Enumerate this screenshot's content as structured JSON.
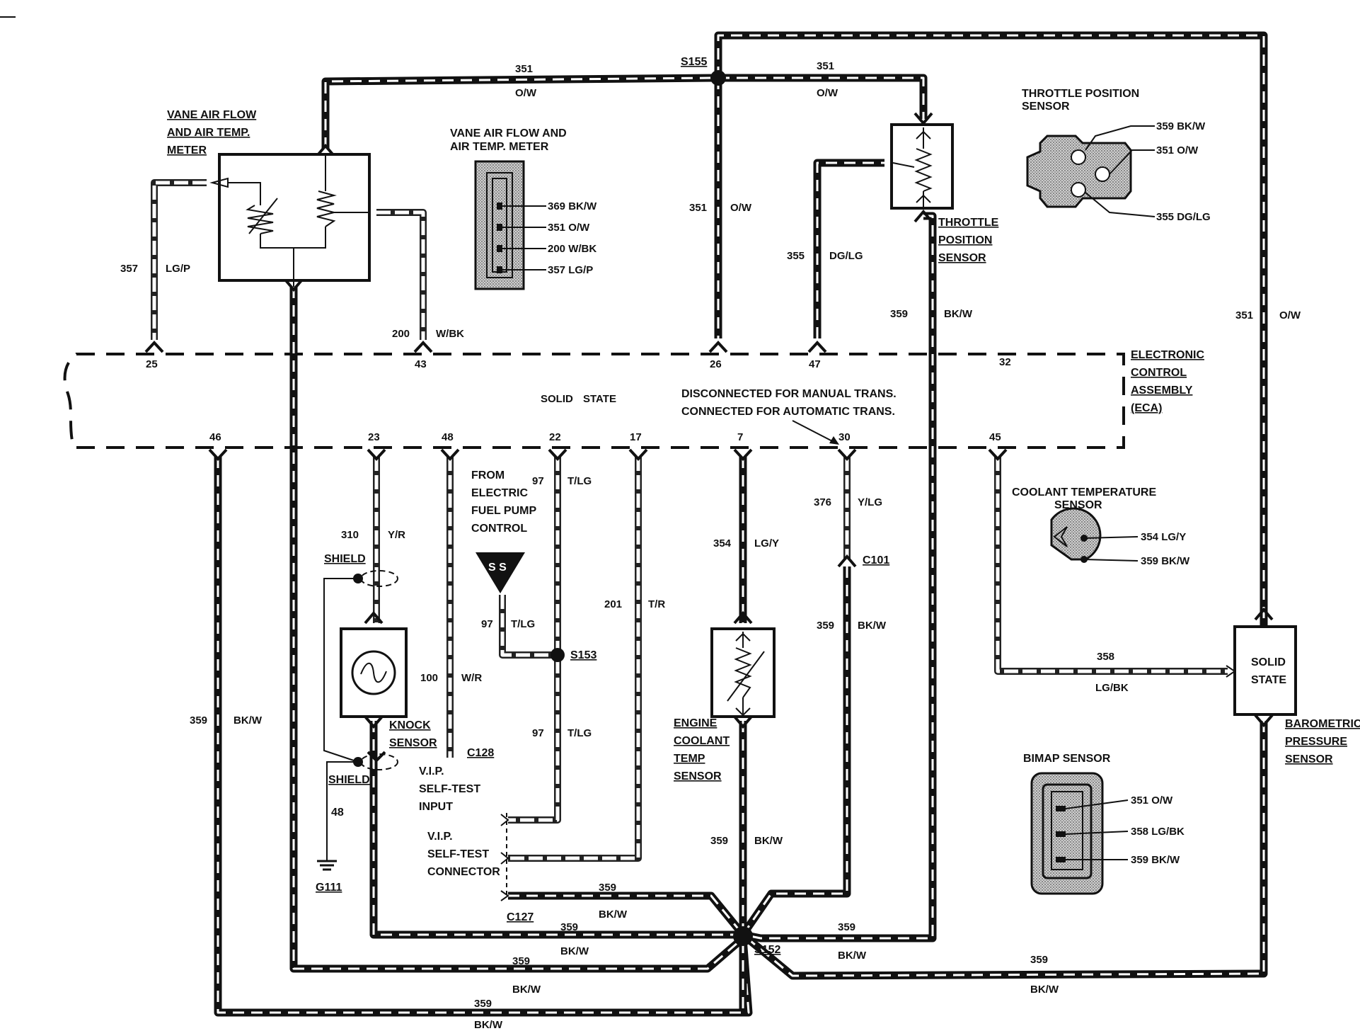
{
  "components": {
    "vane_meter": {
      "title_lines": [
        "VANE AIR FLOW",
        "AND AIR TEMP.",
        "METER"
      ]
    },
    "vane_connector": {
      "title_lines": [
        "VANE AIR FLOW AND",
        "AIR TEMP. METER"
      ],
      "pins": [
        "369 BK/W",
        "351 O/W",
        "200 W/BK",
        "357 LG/P"
      ]
    },
    "throttle_sensor": {
      "title_lines": [
        "THROTTLE",
        "POSITION",
        "SENSOR"
      ]
    },
    "throttle_connector": {
      "title_lines": [
        "THROTTLE POSITION",
        "SENSOR"
      ],
      "pins": [
        "359 BK/W",
        "351 O/W",
        "355 DG/LG"
      ]
    },
    "eca": {
      "title_lines": [
        "ELECTRONIC",
        "CONTROL",
        "ASSEMBLY",
        "(ECA)"
      ],
      "inside": "SOLID STATE"
    },
    "trans_note": [
      "DISCONNECTED FOR MANUAL TRANS.",
      "CONNECTED FOR AUTOMATIC TRANS."
    ],
    "coolant_connector": {
      "title_lines": [
        "COOLANT TEMPERATURE",
        "SENSOR"
      ],
      "pins": [
        "354 LG/Y",
        "359 BK/W"
      ]
    },
    "baro_sensor": {
      "inside_lines": [
        "SOLID",
        "STATE"
      ],
      "title_lines": [
        "BAROMETRIC",
        "PRESSURE",
        "SENSOR"
      ]
    },
    "bimap_connector": {
      "title": "BIMAP SENSOR",
      "pins": [
        "351 O/W",
        "358 LG/BK",
        "359 BK/W"
      ]
    },
    "knock_sensor": {
      "title_lines": [
        "KNOCK",
        "SENSOR"
      ]
    },
    "engine_coolant": {
      "title_lines": [
        "ENGINE",
        "COOLANT",
        "TEMP",
        "SENSOR"
      ]
    },
    "fuel_pump": {
      "title_lines": [
        "FROM",
        "ELECTRIC",
        "FUEL PUMP",
        "CONTROL"
      ],
      "symbol": "S S"
    },
    "vip_input": {
      "title_lines": [
        "V.I.P.",
        "SELF-TEST",
        "INPUT"
      ]
    },
    "vip_connector": {
      "title_lines": [
        "V.I.P.",
        "SELF-TEST",
        "CONNECTOR"
      ]
    }
  },
  "pins": {
    "top": [
      "25",
      "43",
      "26",
      "47",
      "32"
    ],
    "bottom": [
      "46",
      "23",
      "48",
      "22",
      "17",
      "7",
      "30",
      "45"
    ]
  },
  "splices": {
    "s155": "S155",
    "s153": "S153",
    "s152": "S152"
  },
  "connectors": {
    "c128": "C128",
    "c101": "C101",
    "c127": "C127",
    "g111": "G111"
  },
  "shield_labels": [
    "SHIELD",
    "SHIELD"
  ],
  "wires": {
    "w351_left": [
      "351",
      "O/W"
    ],
    "w351_right": [
      "351",
      "O/W"
    ],
    "w351_vert": [
      "351",
      "O/W"
    ],
    "w351_far": [
      "351",
      "O/W"
    ],
    "w357": [
      "357",
      "LG/P"
    ],
    "w200": [
      "200",
      "W/BK"
    ],
    "w355": [
      "355",
      "DG/LG"
    ],
    "w359_tps": [
      "359",
      "BK/W"
    ],
    "w310": [
      "310",
      "Y/R"
    ],
    "w100": [
      "100",
      "W/R"
    ],
    "w97_top": [
      "97",
      "T/LG"
    ],
    "w97_ss": [
      "97",
      "T/LG"
    ],
    "w97_low": [
      "97",
      "T/LG"
    ],
    "w201": [
      "201",
      "T/R"
    ],
    "w354": [
      "354",
      "LG/Y"
    ],
    "w376": [
      "376",
      "Y/LG"
    ],
    "w359_c101": [
      "359",
      "BK/W"
    ],
    "w358": [
      "358",
      "LG/BK"
    ],
    "w359_ect": [
      "359",
      "BK/W"
    ],
    "w359_left": [
      "359",
      "BK/W"
    ],
    "w48": "48",
    "w359_c127": [
      "359",
      "BK/W"
    ],
    "w359_knock": [
      "359",
      "BK/W"
    ],
    "w359_tps_bot": [
      "359",
      "BK/W"
    ],
    "w359_vane": [
      "359",
      "BK/W"
    ],
    "w359_baro": [
      "359",
      "BK/W"
    ],
    "w359_bottom": [
      "359",
      "BK/W"
    ]
  }
}
